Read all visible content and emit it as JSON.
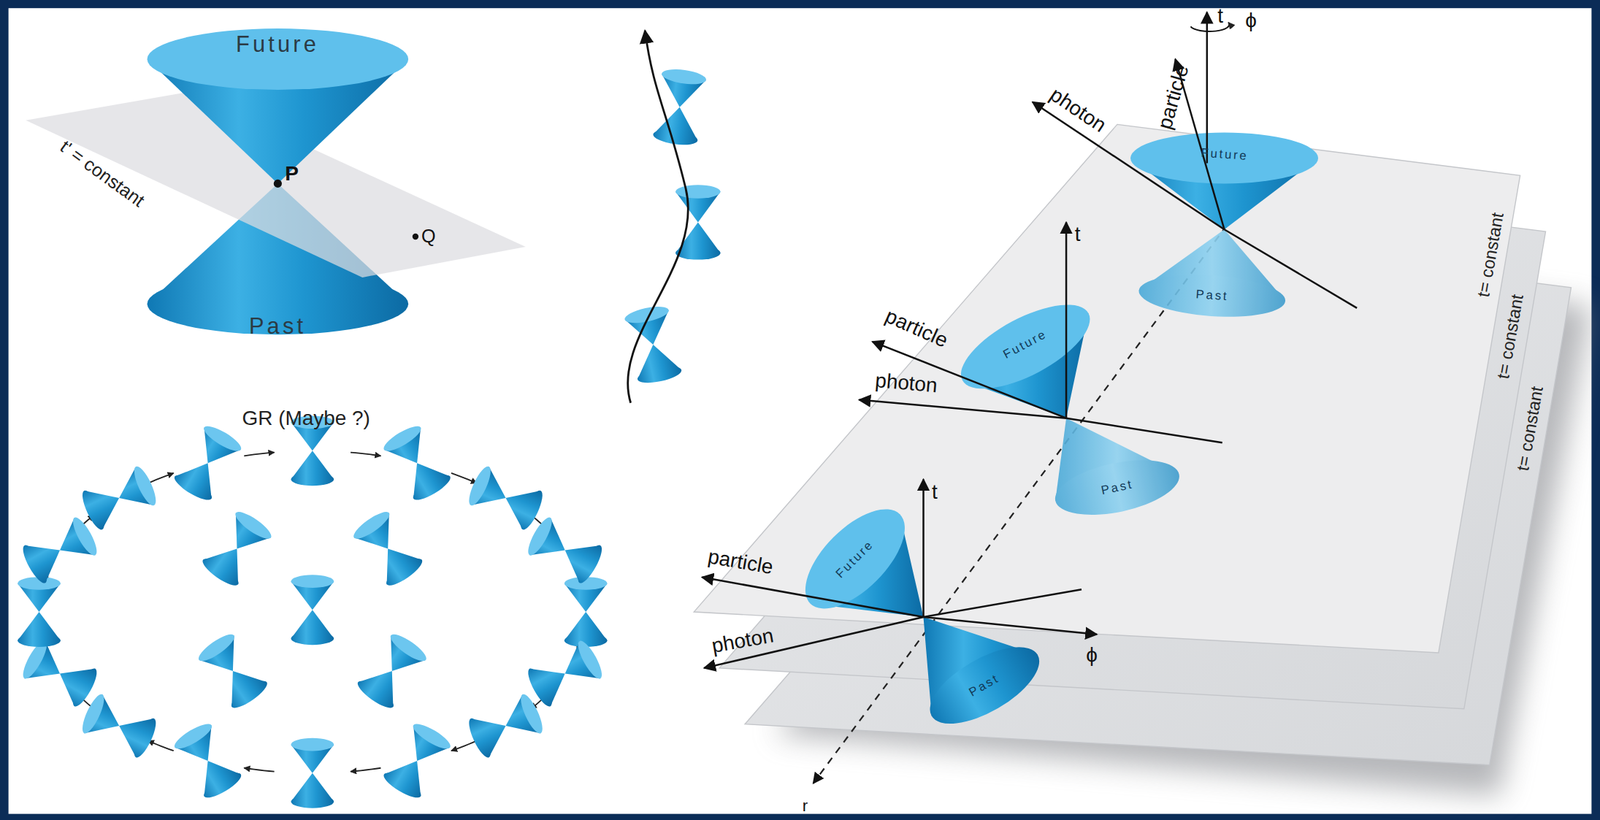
{
  "diagram": {
    "labels": [
      "Future",
      "t' = constant",
      "P",
      "Q",
      "Past",
      "GR (Maybe ?)",
      "t",
      "ϕ",
      "particle",
      "photon",
      "Future",
      "Past",
      "t= constant",
      "t= constant",
      "t= constant",
      "t",
      "particle",
      "photon",
      "Future",
      "Past",
      "t",
      "particle",
      "photon",
      "Future",
      "Past",
      "ϕ",
      "r"
    ]
  }
}
